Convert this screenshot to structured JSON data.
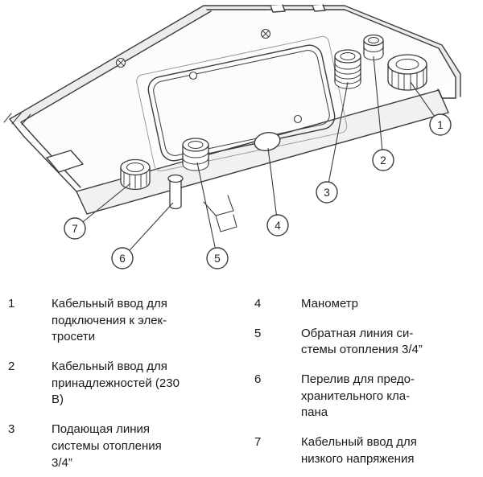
{
  "figure": {
    "callouts": [
      "1",
      "2",
      "3",
      "4",
      "5",
      "6",
      "7"
    ]
  },
  "legend": {
    "left": [
      {
        "num": "1",
        "text": "Кабельный ввод для\nподключения к элек-\nтросети"
      },
      {
        "num": "2",
        "text": "Кабельный ввод для\nпринадлежностей (230\nВ)"
      },
      {
        "num": "3",
        "text": "Подающая линия\nсистемы отопления\n3/4”"
      }
    ],
    "right": [
      {
        "num": "4",
        "text": "Манометр"
      },
      {
        "num": "5",
        "text": "Обратная линия си-\nстемы отопления 3/4”"
      },
      {
        "num": "6",
        "text": "Перелив для предо-\nхранительного кла-\nпана"
      },
      {
        "num": "7",
        "text": "Кабельный ввод для\nнизкого напряжения"
      }
    ]
  },
  "colors": {
    "line": "#3c3c3c",
    "text": "#1a1a1a",
    "background": "#ffffff"
  }
}
